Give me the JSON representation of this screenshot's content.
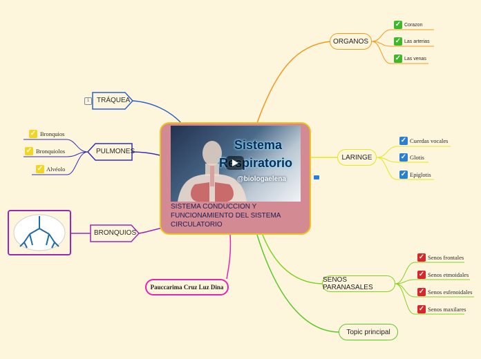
{
  "central": {
    "title": "SISTEMA CONDUCCION Y FUNCIONAMIENTO DEL SISTEMA CIRCULATORIO",
    "video": {
      "title_line1": "Sistema",
      "title_line2": "Respiratorio",
      "handle": "@biologaelena"
    }
  },
  "branches": {
    "traquea": {
      "label": "TRÁQUEA",
      "marker": "1"
    },
    "pulmones": {
      "label": "PULMONES",
      "items": [
        "Bronquios",
        "Bronquiolos",
        "Alvéolo"
      ]
    },
    "bronquios": {
      "label": "BRONQUIOS"
    },
    "organos": {
      "label": "ORGANOS",
      "items": [
        "Corazon",
        "Las arterias",
        "Las venas"
      ]
    },
    "laringe": {
      "label": "LARINGE",
      "items": [
        "Cuerdas vocales",
        "Glotis",
        "Epiglotis"
      ]
    },
    "senos": {
      "label": "SENOS PARANASALES",
      "items": [
        "Senos frontales",
        "Senos etmoidales",
        "Senos esfenoidales",
        "Senos maxilares"
      ]
    },
    "autor": {
      "label": "Pauccarima Cruz Luz Dina"
    },
    "topic": {
      "label": "Topic principal"
    }
  },
  "colors": {
    "central_bg": "#d48a93",
    "central_border": "#f3c21a",
    "organos": "#f39a1e",
    "laringe": "#e6e619",
    "senos": "#7fd321",
    "topic": "#5cc82a",
    "autor": "#e820b4",
    "bronquios": "#9b27b0",
    "pulmones": "#2f2fb4",
    "traquea": "#2a5fd0"
  },
  "icons": {
    "check": "check-icon",
    "play": "play-icon",
    "note": "note-icon"
  }
}
